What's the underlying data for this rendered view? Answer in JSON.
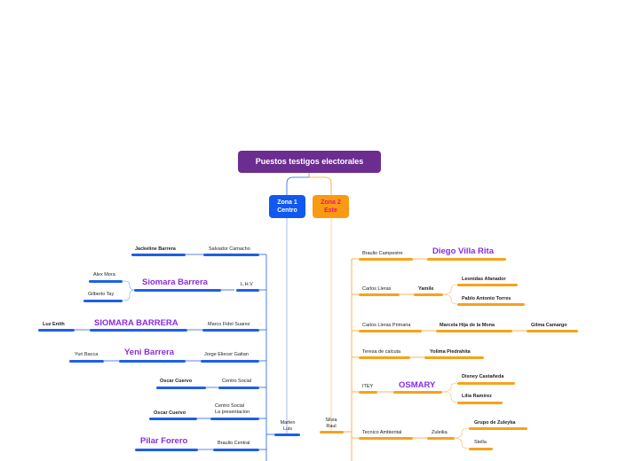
{
  "title": "Puestos testigos electorales",
  "zones": [
    {
      "label_line1": "Zona 1",
      "label_line2": "Centro"
    },
    {
      "label_line1": "Zona 2",
      "label_line2": "Este"
    }
  ],
  "zone1": {
    "hub_line1": "Marlen",
    "hub_line2": "Luis",
    "branches": [
      {
        "label": "Salvador Camacho",
        "child": "Jackeline Barrera"
      },
      {
        "label": "L.H.V",
        "child": "Siomara Barrera",
        "grandchildren": [
          "Alex Mora",
          "Gilberto Tay"
        ]
      },
      {
        "label": "Marco Fidel Suarez",
        "child": "SIOMARA BARRERA",
        "grandchild": "Luz Enith"
      },
      {
        "label": "Jorge Eliecer Gaitan",
        "child": "Yeni Barrera",
        "grandchild": "Yuri Bacca"
      },
      {
        "label": "Centro Social",
        "child": "Oscar Cuervo"
      },
      {
        "label_line1": "Centro Social",
        "label_line2": "La presentacion",
        "child": "Oscar Cuervo"
      },
      {
        "label": "Braulio Central",
        "child": "Pilar Forero"
      }
    ]
  },
  "zone2": {
    "hub_line1": "Silvia",
    "hub_line2": "Raul",
    "branches": [
      {
        "label": "Braulio Campestre",
        "child": "Diego Villa Rita"
      },
      {
        "label": "Carlos Lleras",
        "child": "Yamile",
        "grandchildren": [
          "Leonidas Afanador",
          "Pablo Antonio Torres"
        ]
      },
      {
        "label": "Carlos Lleras Primaria",
        "child": "Marcela Hija de la Mona",
        "grandchild": "Gilma Camargo"
      },
      {
        "label": "Teresa de calcuta",
        "child": "Yolima Piedrahita"
      },
      {
        "label": "ITEY",
        "child": "OSMARY",
        "grandchildren": [
          "Disney Castañeda",
          "Lilia Ramirez"
        ]
      },
      {
        "label": "Tecnico Ambiental",
        "child": "Zuleika",
        "grandchildren": [
          "Grupo de Zuleyka",
          "Stella"
        ]
      }
    ]
  },
  "colors": {
    "root": "#6c2d91",
    "zone1": "#1158f0",
    "zone2": "#f99a12",
    "emphasis": "#8a2be2"
  }
}
